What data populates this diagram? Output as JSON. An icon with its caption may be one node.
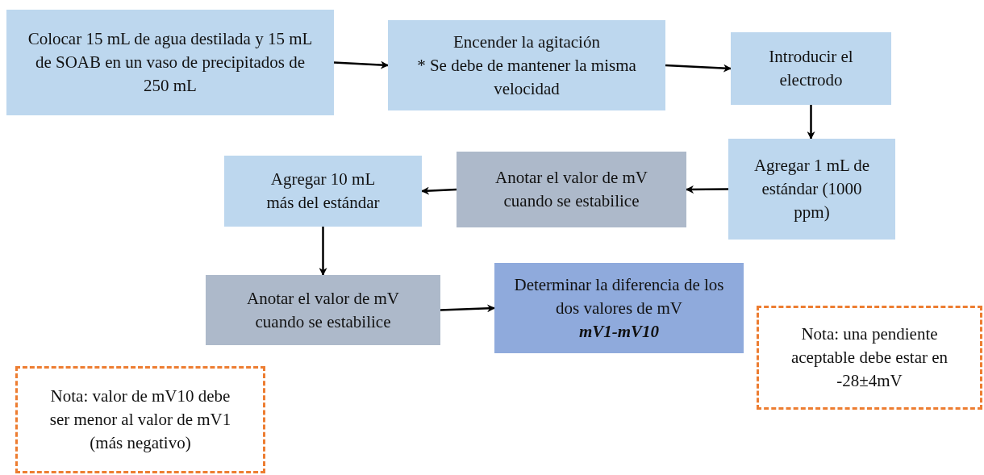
{
  "diagram": {
    "nodes": [
      {
        "text": [
          "Colocar 15 mL de agua destilada y 15 mL de SOAB en un vaso de precipitados de 250 mL"
        ]
      },
      {
        "text": [
          "Encender la agitación",
          "* Se debe de mantener la misma velocidad"
        ]
      },
      {
        "text": [
          "Introducir el electrodo"
        ]
      },
      {
        "text": [
          "Agregar 1 mL de estándar (1000 ppm)"
        ]
      },
      {
        "text": [
          "Anotar el valor de mV cuando se estabilice"
        ]
      },
      {
        "text": [
          "Agregar 10 mL más del estándar"
        ]
      },
      {
        "text": [
          "Anotar el valor de mV cuando se estabilice"
        ]
      },
      {
        "text": [
          "Determinar la diferencia de los dos valores de mV",
          "mV1-mV10"
        ]
      },
      {
        "text": [
          "Nota: una pendiente aceptable debe estar en -28±4mV"
        ]
      },
      {
        "text": [
          "Nota: valor de mV10 debe ser menor al valor de mV1 (más negativo)"
        ]
      }
    ],
    "edges": [
      {
        "from": 0,
        "to": 1,
        "arrow": "to"
      },
      {
        "from": 1,
        "to": 2,
        "arrow": "to"
      },
      {
        "from": 2,
        "to": 3,
        "arrow": "to"
      },
      {
        "from": 3,
        "to": 4,
        "arrow": "to"
      },
      {
        "from": 4,
        "to": 5,
        "arrow": "to"
      },
      {
        "from": 5,
        "to": 6,
        "arrow": "to"
      },
      {
        "from": 6,
        "to": 7,
        "arrow": "to"
      }
    ]
  }
}
